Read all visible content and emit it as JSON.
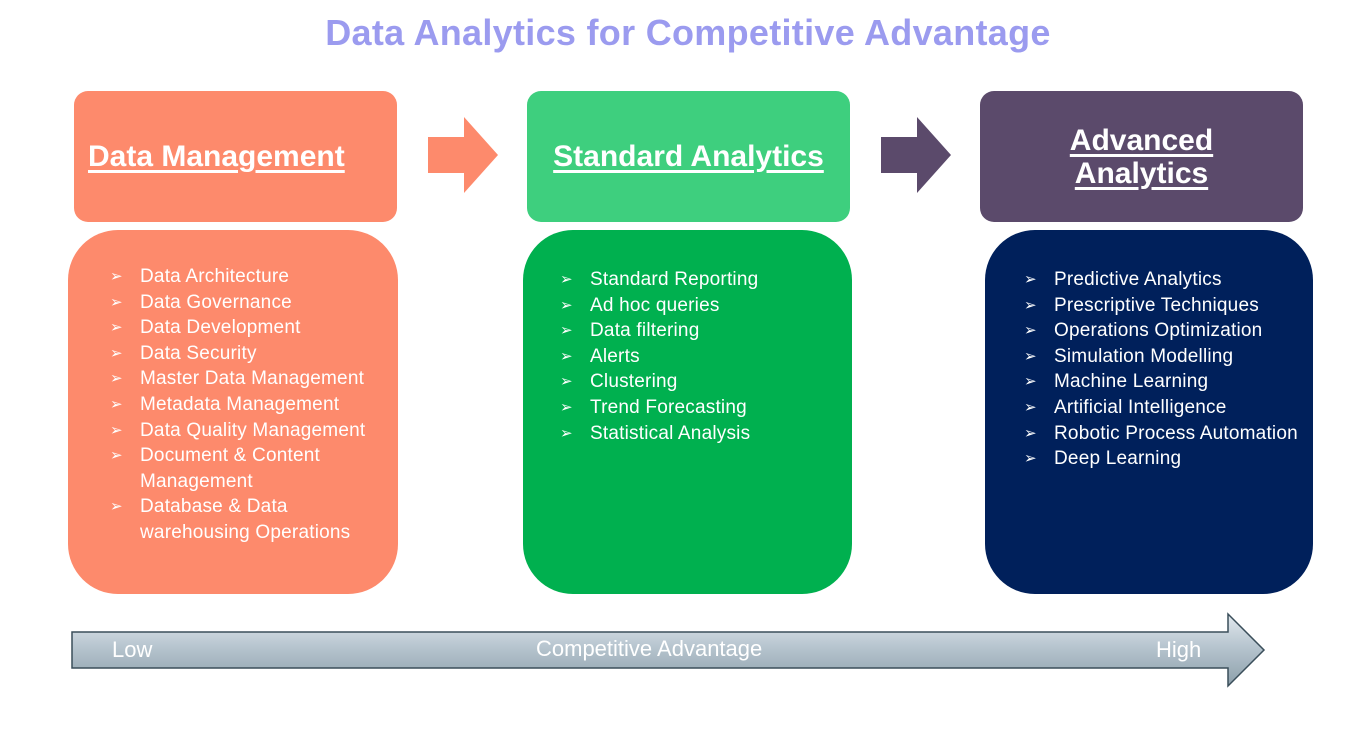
{
  "title": "Data Analytics for Competitive Advantage",
  "stages": [
    {
      "heading": "Data Management",
      "items": [
        "Data Architecture",
        "Data Governance",
        "Data Development",
        "Data Security",
        "Master Data Management",
        "Metadata Management",
        "Data Quality Management",
        "Document  & Content Management",
        "Database & Data warehousing Operations"
      ]
    },
    {
      "heading": "Standard Analytics",
      "items": [
        "Standard Reporting",
        "Ad hoc queries",
        "Data filtering",
        "Alerts",
        "Clustering",
        "Trend Forecasting",
        "Statistical Analysis"
      ]
    },
    {
      "heading": "Advanced Analytics",
      "items": [
        "Predictive Analytics",
        "Prescriptive Techniques",
        "Operations Optimization",
        "Simulation Modelling",
        "Machine Learning",
        "Artificial Intelligence",
        "Robotic Process Automation",
        "Deep Learning"
      ]
    }
  ],
  "scale": {
    "low": "Low",
    "label": "Competitive Advantage",
    "high": "High"
  },
  "colors": {
    "title": "#9b9bef",
    "data_management": "#fd8a6c",
    "standard_header": "#3ecf7e",
    "standard_body": "#00b04f",
    "advanced_header": "#5b4a6b",
    "advanced_body": "#00205b"
  },
  "icons": {
    "bullet": "arrowhead-bullet-icon",
    "connector": "right-arrow-icon"
  }
}
